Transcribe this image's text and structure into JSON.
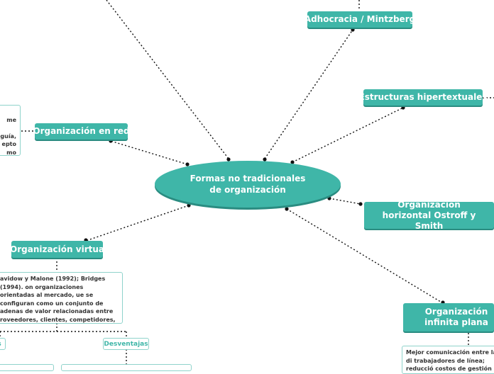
{
  "center": {
    "label": "Formas no tradicionales de organización"
  },
  "nodes": {
    "adhocracia": "Adhocracia / Mintzberg",
    "hipertextuales": "Estructuras hipertextuales",
    "red": "Organización en red",
    "horizontal": "Organización horizontal Ostroff y Smith",
    "virtual": "Organización virtua",
    "infinita": "Organización infinita plana"
  },
  "notes": {
    "red_fragment": "me\n\nguía,\nepto\nmo",
    "virtual": "avidow y Malone (1992); Bridges (1994). on organizaciones orientadas al mercado, ue se configuran como un conjunto de adenas de valor relacionadas entre roveedores, clientes, competidores, otras rganizaciones y la propia empresa.",
    "infinita": "Mejor comunicación entre la di trabajadores de línea; reducció costos de gestión y toma de d"
  },
  "tags": {
    "ventajas_fragment": "s",
    "desventajas": "Desventajas"
  },
  "colors": {
    "accent": "#3fb6a8",
    "shadow": "#2a8c81",
    "border": "#8fd3cb"
  }
}
